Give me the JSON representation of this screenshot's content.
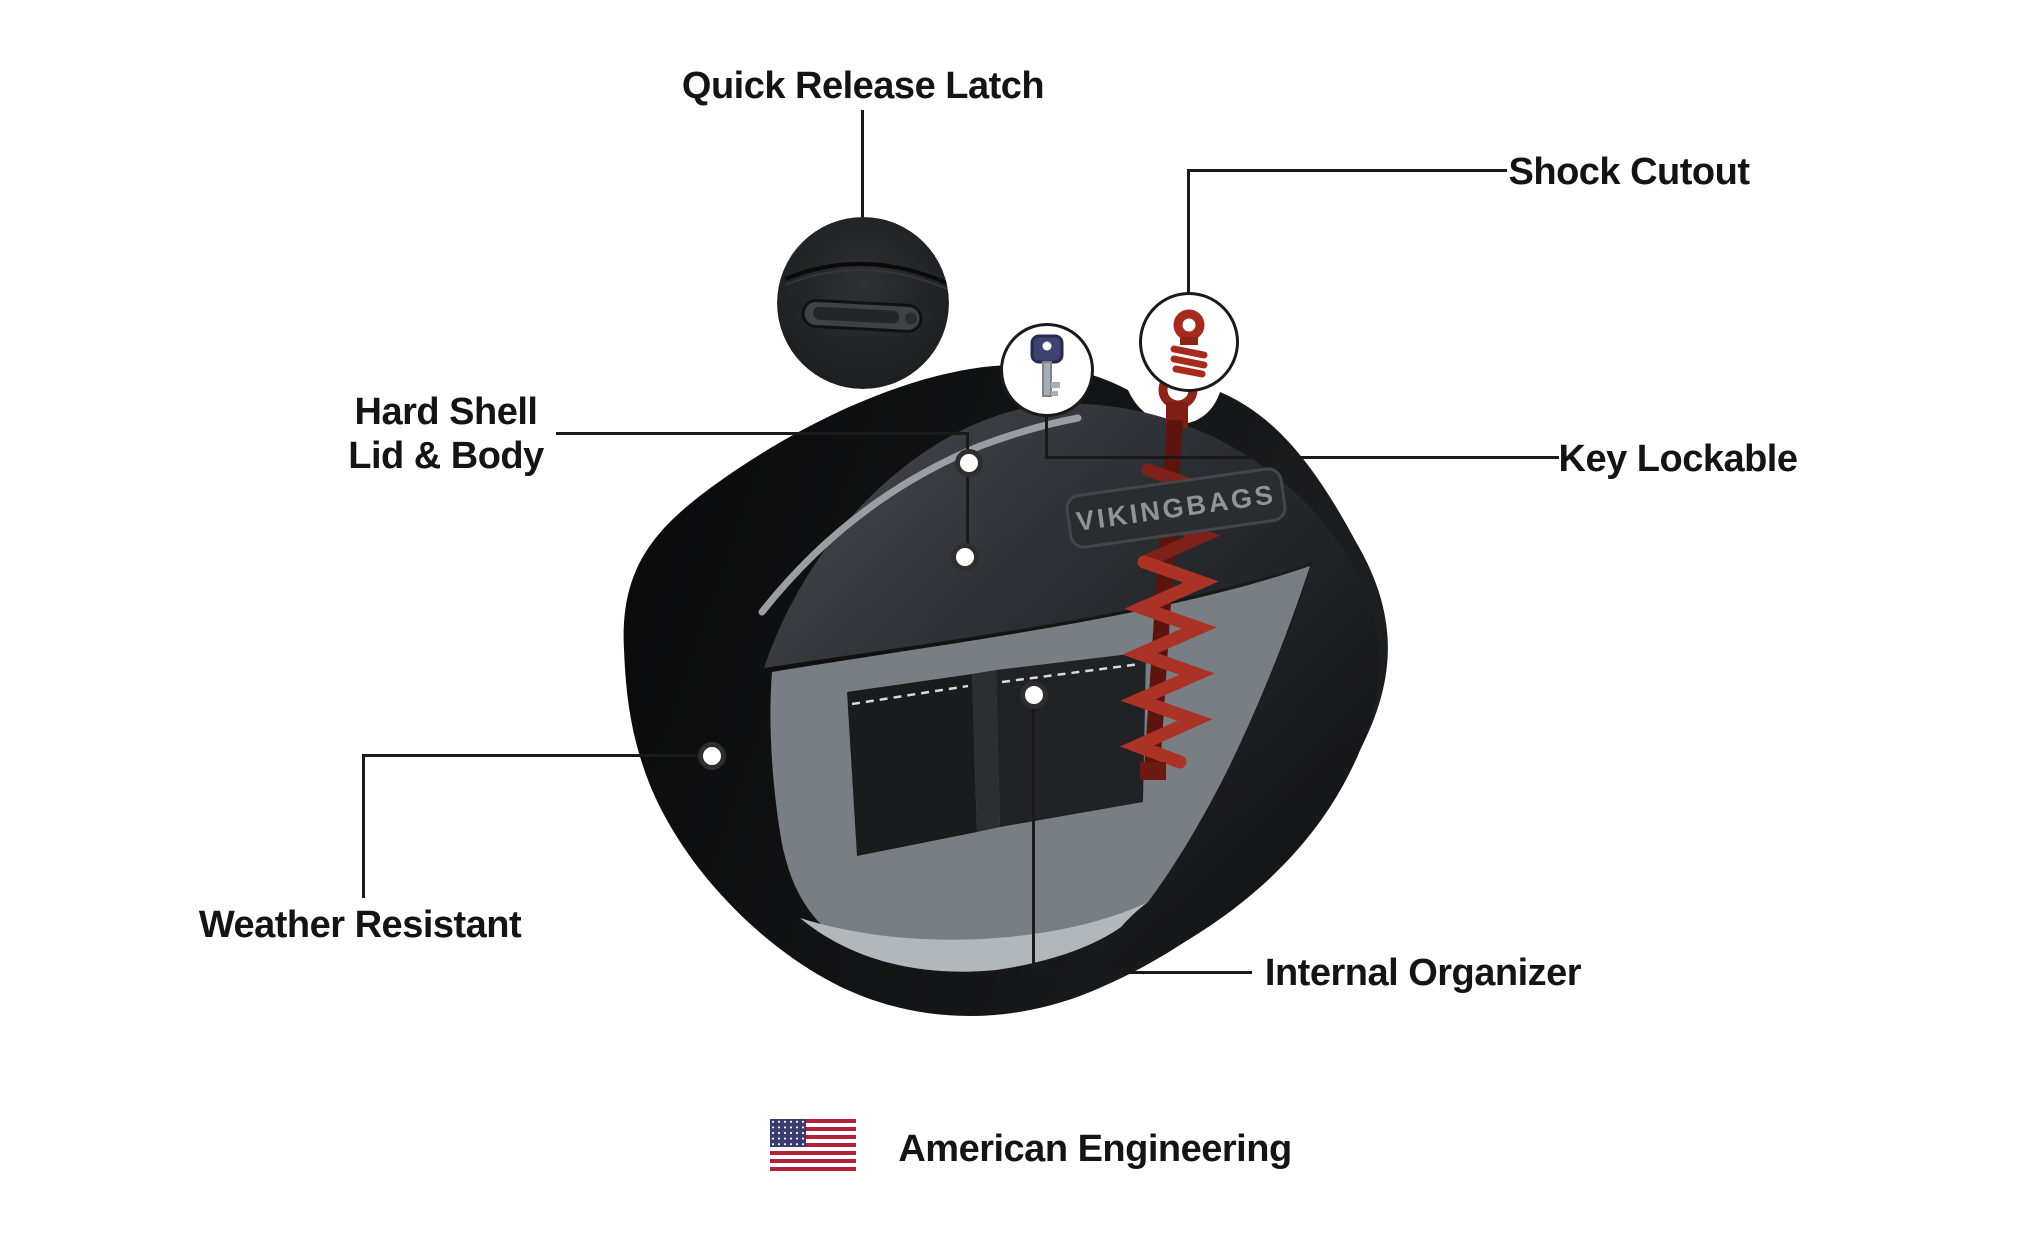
{
  "page": {
    "background": "#ffffff"
  },
  "colors": {
    "accent_red": "#a93226",
    "callout_line": "#1a1a1a",
    "bag_black": "#0f1011",
    "interior_gray": "#787e84",
    "trim_gray": "#989ea3",
    "flag_red": "#b22234",
    "flag_blue": "#3c3b6e"
  },
  "callouts": {
    "quick_release_latch": {
      "label": "Quick Release Latch"
    },
    "shock_cutout": {
      "label": "Shock Cutout"
    },
    "hard_shell": {
      "label_line1": "Hard Shell",
      "label_line2": "Lid & Body"
    },
    "key_lockable": {
      "label": "Key Lockable"
    },
    "weather_resistant": {
      "label": "Weather Resistant"
    },
    "internal_organizer": {
      "label": "Internal Organizer"
    }
  },
  "footer": {
    "american_engineering": "American Engineering"
  },
  "product": {
    "brand_plate": "VIKINGBAGS"
  },
  "icons": {
    "latch_inset": "quick-release-latch-photo",
    "shock": "shock-absorber-icon",
    "key": "key-icon",
    "flag": "us-flag-icon",
    "marker": "feature-point-marker"
  }
}
